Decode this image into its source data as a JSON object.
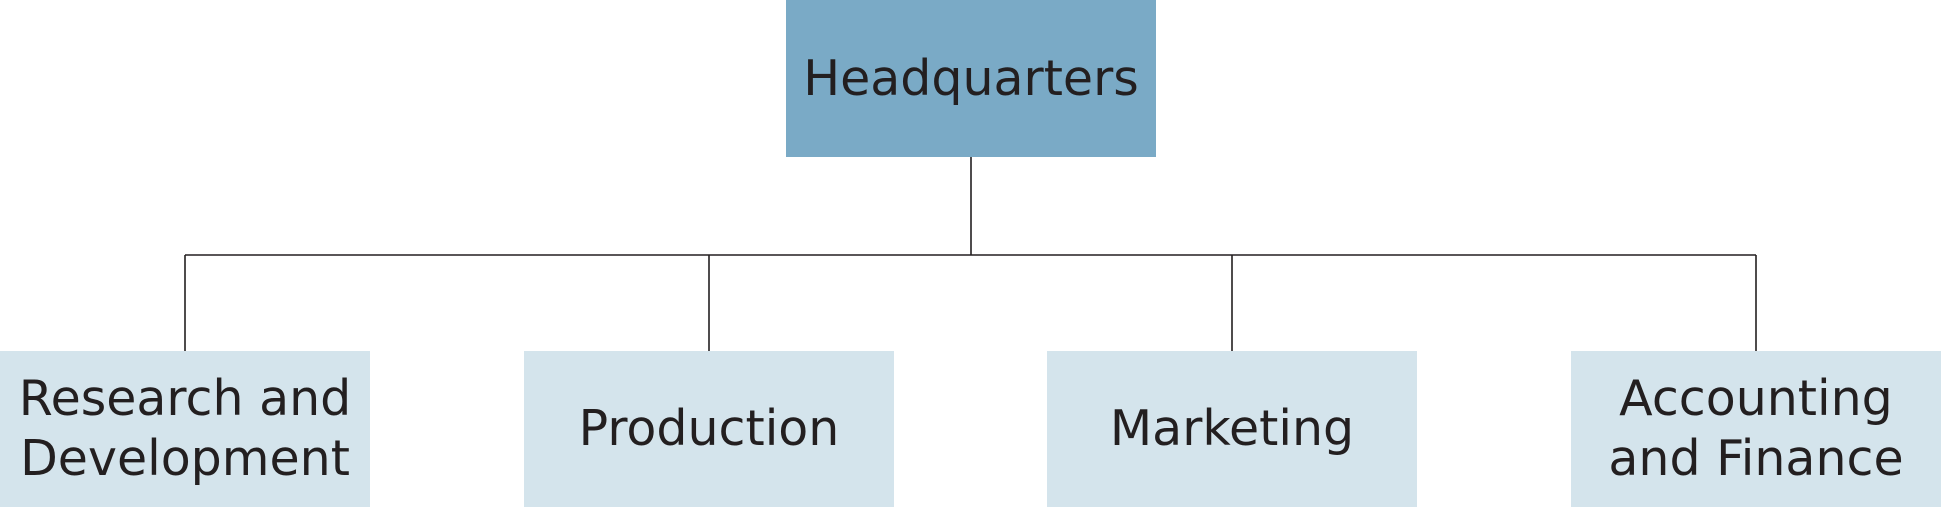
{
  "colors": {
    "root_fill": "#7aaac6",
    "child_fill": "#d4e4ec",
    "connector": "#231f20",
    "text": "#231f20"
  },
  "root": {
    "label": "Headquarters"
  },
  "children": [
    {
      "label": "Research and\nDevelopment"
    },
    {
      "label": "Production"
    },
    {
      "label": "Marketing"
    },
    {
      "label": "Accounting\nand Finance"
    }
  ]
}
